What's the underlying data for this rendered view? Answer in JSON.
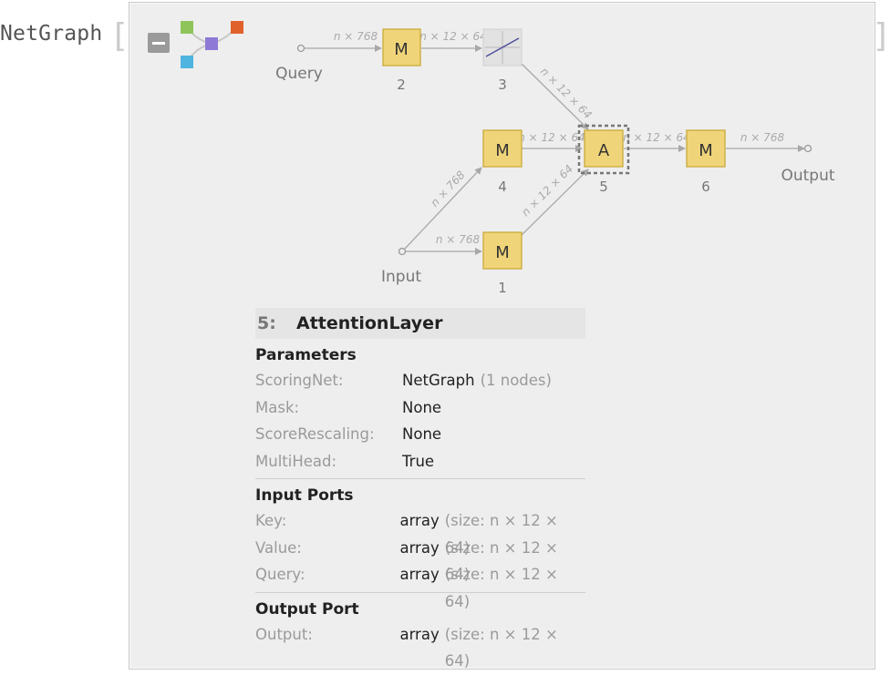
{
  "header": {
    "function_name": "NetGraph",
    "open_bracket": "[",
    "close_bracket": "]"
  },
  "colors": {
    "node_fill": "#f0d479",
    "node_stroke": "#c9aa3a",
    "panel_bg": "#eeeeee",
    "edge": "#a8a8a8"
  },
  "graph": {
    "ports": {
      "query": "Query",
      "input": "Input",
      "output": "Output"
    },
    "nodes": [
      {
        "id": "2",
        "letter": "M"
      },
      {
        "id": "3",
        "letter": ""
      },
      {
        "id": "4",
        "letter": "M"
      },
      {
        "id": "5",
        "letter": "A"
      },
      {
        "id": "6",
        "letter": "M"
      },
      {
        "id": "1",
        "letter": "M"
      }
    ],
    "edge_labels": {
      "query_to_2": "n × 768",
      "n2_to_3": "n × 12 × 64",
      "n3_to_5": "n × 12 × 64",
      "n4_to_5": "n × 12 × 64",
      "n5_to_6": "n × 12 × 64",
      "n6_to_output": "n × 768",
      "input_to_4": "n × 768",
      "input_to_1": "n × 768",
      "n1_to_5": "n × 12 × 64"
    }
  },
  "info": {
    "index": "5:",
    "layer": "AttentionLayer",
    "parameters_title": "Parameters",
    "parameters": [
      {
        "key": "ScoringNet:",
        "value": "NetGraph",
        "note": "(1 nodes)"
      },
      {
        "key": "Mask:",
        "value": "None",
        "note": ""
      },
      {
        "key": "ScoreRescaling:",
        "value": "None",
        "note": ""
      },
      {
        "key": "MultiHead:",
        "value": "True",
        "note": ""
      }
    ],
    "input_ports_title": "Input Ports",
    "input_ports": [
      {
        "key": "Key:",
        "value": "array",
        "note": "(size: n × 12 × 64)"
      },
      {
        "key": "Value:",
        "value": "array",
        "note": "(size: n × 12 × 64)"
      },
      {
        "key": "Query:",
        "value": "array",
        "note": "(size: n × 12 × 64)"
      }
    ],
    "output_port_title": "Output Port",
    "output_ports": [
      {
        "key": "Output:",
        "value": "array",
        "note": "(size: n × 12 × 64)"
      }
    ]
  }
}
